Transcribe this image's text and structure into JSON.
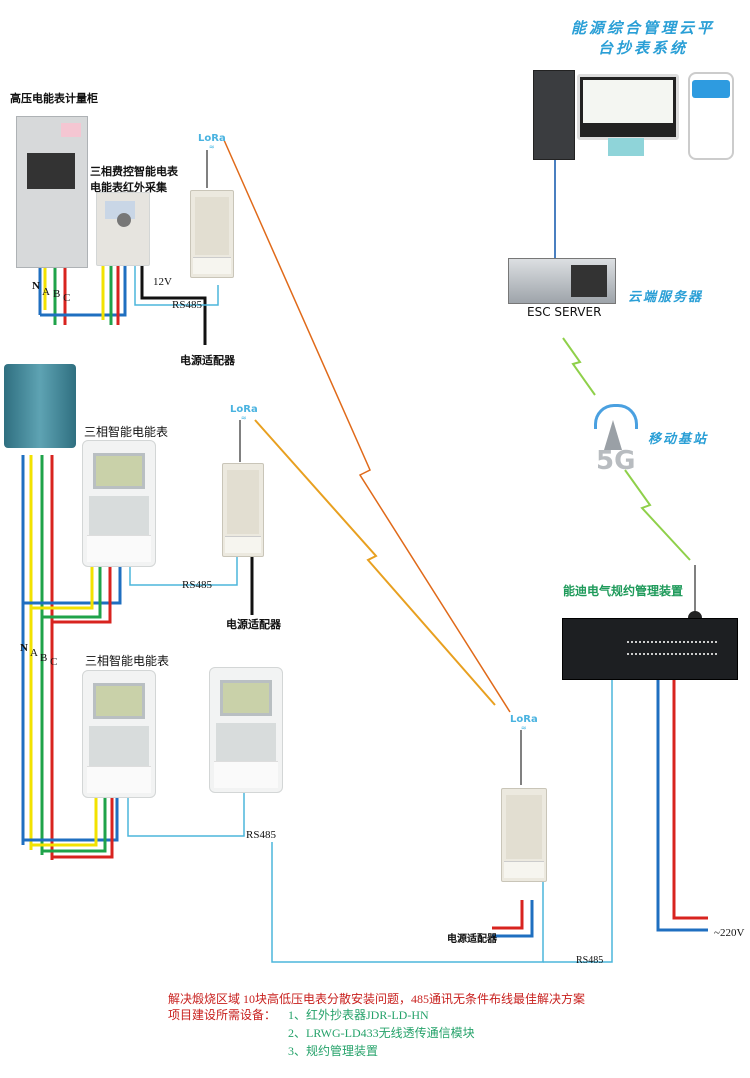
{
  "cloud_platform": {
    "title_line1": "能源综合管理云平",
    "title_line2": "台抄表系统"
  },
  "cloud_server": {
    "name": "ESC SERVER",
    "label": "云端服务器"
  },
  "base_station": {
    "label": "移动基站",
    "badge": "5G"
  },
  "management_device": {
    "label": "能迪电气规约管理装置"
  },
  "hv_cabinet": {
    "label": "高压电能表计量柜"
  },
  "hv_meter": {
    "label_line1": "三相费控智能电表",
    "label_line2": "电能表红外采集"
  },
  "lora_badge": "LoRa",
  "labels": {
    "v12": "12V",
    "rs485": "RS485",
    "power_adapter": "电源适配器",
    "v220": "~220V",
    "phase_n": "N",
    "phase_a": "A",
    "phase_b": "B",
    "phase_c": "C"
  },
  "meter_group_1": {
    "label": "三相智能电能表"
  },
  "meter_group_2": {
    "label": "三相智能电能表"
  },
  "footer": {
    "line1": "解决煅烧区域 10块高低压电表分散安装问题，485通讯无条件布线最佳解决方案",
    "line2_prefix": "项目建设所需设备：",
    "items": [
      "1、红外抄表器JDR-LD-HN",
      "2、LRWG-LD433无线透传通信模块",
      "3、规约管理装置"
    ]
  },
  "colors": {
    "phase_n": "#1f6fc0",
    "phase_a": "#f2e200",
    "phase_b": "#1fa34a",
    "phase_c": "#d8231f",
    "rs485": "#4bb6dc",
    "wireless_lora": "#e06a1a",
    "wireless_5g": "#8fd04a",
    "title_blue": "#2a9fd6",
    "footer_red": "#c8201e",
    "footer_green": "#25a26a"
  }
}
